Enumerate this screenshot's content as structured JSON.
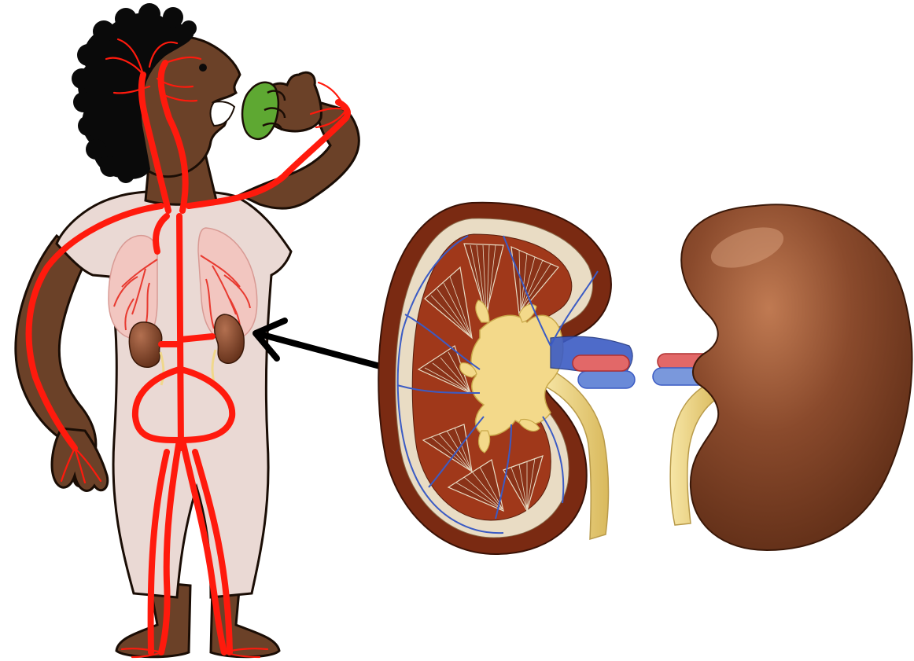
{
  "colors": {
    "skin": "#6b4128",
    "skin_outline": "#1a0d05",
    "hair": "#0a0a0a",
    "garment": "#ead9d4",
    "lung": "#f2c6c0",
    "vessel": "#ff1a0d",
    "apple": "#5ea832",
    "kidney_capsule": "#7a2a12",
    "kidney_medulla": "#a0381a",
    "pelvis": "#f3d98a",
    "ureter": "#f0d88c",
    "vein": "#3b5bc4",
    "artery": "#e24848",
    "kidney_exterior": "#8a4a2c",
    "arrow": "#000000"
  },
  "icons": [
    "human-figure",
    "apple-icon",
    "kidney-cross-section",
    "kidney-exterior",
    "pointer-arrow"
  ]
}
